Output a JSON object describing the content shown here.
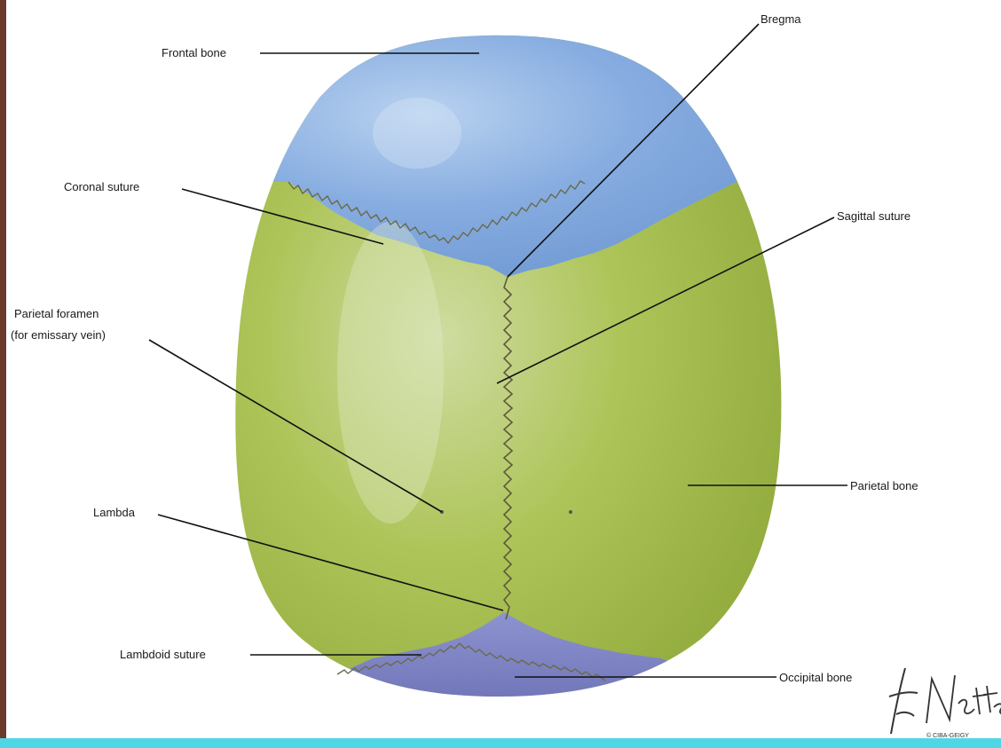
{
  "labels": {
    "frontal_bone": "Frontal bone",
    "bregma": "Bregma",
    "coronal_suture": "Coronal suture",
    "sagittal_suture": "Sagittal suture",
    "parietal_foramen_line1": "Parietal foramen",
    "parietal_foramen_line2": "(for emissary vein)",
    "parietal_bone": "Parietal bone",
    "lambda": "Lambda",
    "lambdoid_suture": "Lambdoid suture",
    "occipital_bone": "Occipital bone"
  },
  "signature": {
    "text": "F. Netter M.D.",
    "copyright": "© CIBA-GEIGY"
  },
  "colors": {
    "frontal": "#7fa6dc",
    "parietal": "#a9c24f",
    "occipital": "#7a80c4",
    "background": "#ffffff",
    "frame_left": "#6b3a2a",
    "frame_bottom": "#4fd6e6"
  }
}
